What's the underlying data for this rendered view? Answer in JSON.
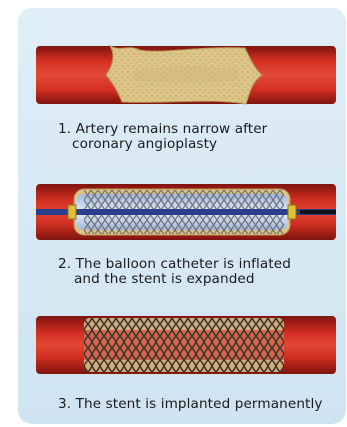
{
  "steps": [
    {
      "line1": "1. Artery remains narrow after",
      "line2": "coronary angioplasty"
    },
    {
      "line1": "2. The balloon catheter is inflated",
      "line2": "and the stent is expanded"
    },
    {
      "line1": "3. The stent is implanted permanently"
    }
  ],
  "colors": {
    "panel": "#d6e8f4",
    "artery_red": "#c9281f",
    "artery_dark": "#8e1a14",
    "plaque": "#dcc587",
    "plaque_dark": "#b29350",
    "stent": "#3a3a3a",
    "catheter": "#2c3f8f",
    "marker": "#e2c034"
  }
}
